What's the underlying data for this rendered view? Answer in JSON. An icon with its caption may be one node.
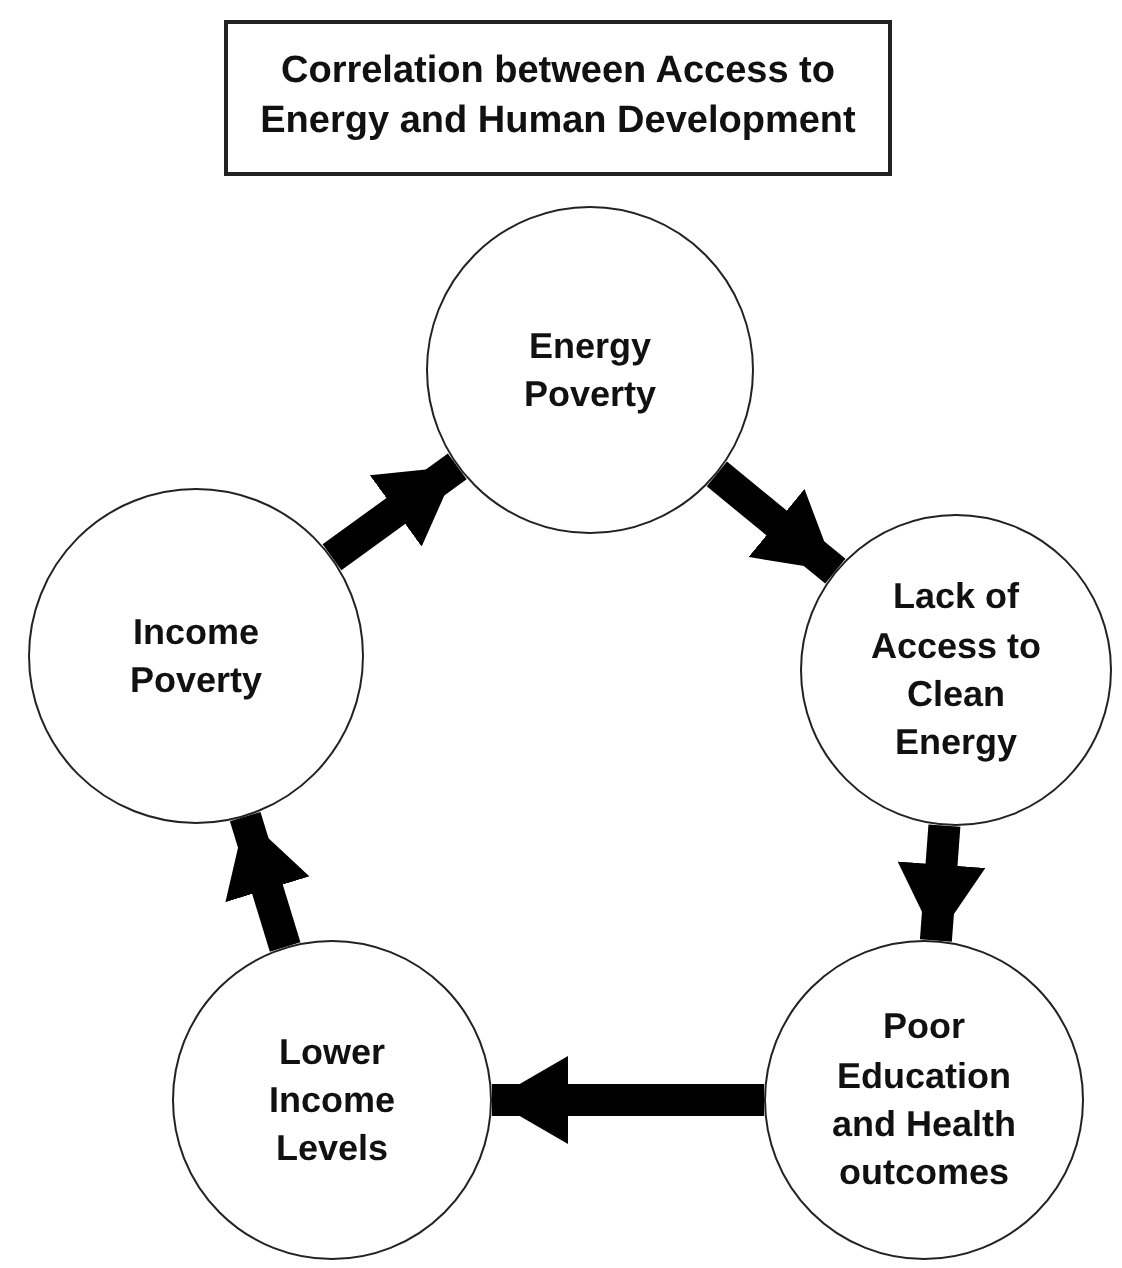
{
  "diagram": {
    "title": "Correlation between Access to Energy and Human Development",
    "nodes": [
      {
        "text": [
          "Energy Poverty"
        ]
      },
      {
        "text": [
          "Lack of Access to Clean Energy"
        ]
      },
      {
        "text": [
          "Poor Education and Health outcomes"
        ]
      },
      {
        "text": [
          "Lower Income Levels"
        ]
      },
      {
        "text": [
          "Income Poverty"
        ]
      }
    ],
    "edges": [
      {
        "from": 0,
        "to": 1,
        "arrow": "to"
      },
      {
        "from": 1,
        "to": 2,
        "arrow": "to"
      },
      {
        "from": 2,
        "to": 3,
        "arrow": "to"
      },
      {
        "from": 3,
        "to": 4,
        "arrow": "to"
      },
      {
        "from": 4,
        "to": 0,
        "arrow": "to"
      }
    ]
  }
}
